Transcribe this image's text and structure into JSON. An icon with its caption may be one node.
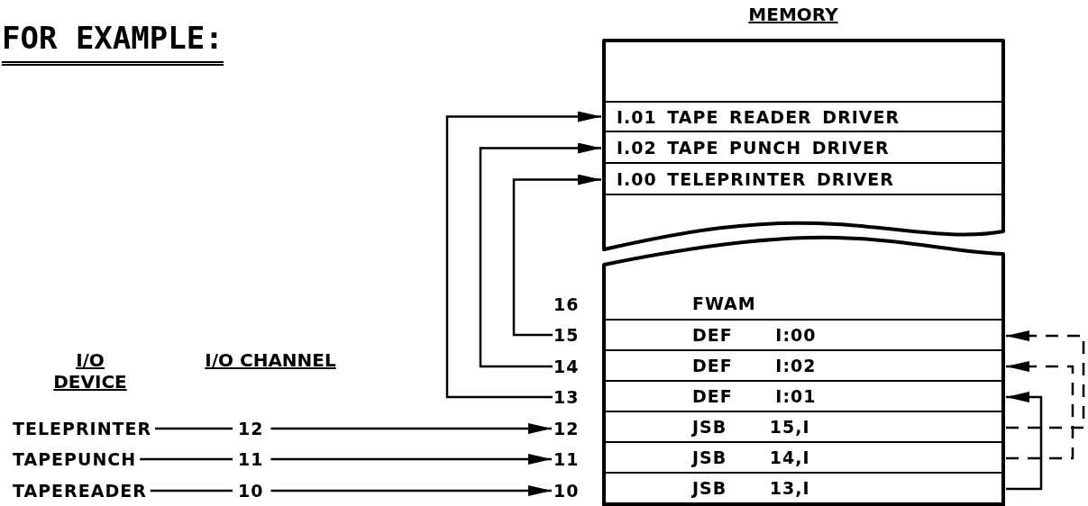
{
  "diagram": {
    "title": "FOR EXAMPLE:",
    "nodes": [
      {
        "text": [],
        "shape": "box"
      },
      {
        "text": [
          "I.01 TAPE READER DRIVER"
        ],
        "in": 0
      },
      {
        "text": [
          "I.02 TAPE PUNCH DRIVER"
        ],
        "in": 0
      },
      {
        "text": [
          "I.00 TELEPRINTER DRIVER"
        ],
        "in": 0
      },
      {
        "text": [],
        "shape": "box"
      },
      {
        "text": [
          "FWAM"
        ],
        "in": 4
      },
      {
        "text": [
          "DEF I:00"
        ],
        "in": 4
      },
      {
        "text": [
          "DEF I:02"
        ],
        "in": 4
      },
      {
        "text": [
          "DEF I:01"
        ],
        "in": 4
      },
      {
        "text": [
          "JSB 15,I"
        ],
        "in": 4
      },
      {
        "text": [
          "JSB 14,I"
        ],
        "in": 4
      },
      {
        "text": [
          "JSB 13,I"
        ],
        "in": 4
      },
      {
        "text": [
          "16"
        ]
      },
      {
        "text": [
          "15"
        ]
      },
      {
        "text": [
          "14"
        ]
      },
      {
        "text": [
          "13"
        ]
      },
      {
        "text": [
          "12"
        ]
      },
      {
        "text": [
          "11"
        ]
      },
      {
        "text": [
          "10"
        ]
      },
      {
        "text": [
          "TELEPRINTER"
        ]
      },
      {
        "text": [
          "12"
        ]
      },
      {
        "text": [
          "TAPEPUNCH"
        ]
      },
      {
        "text": [
          "11"
        ]
      },
      {
        "text": [
          "TAPEREADER"
        ]
      },
      {
        "text": [
          "10"
        ]
      }
    ],
    "edges": [
      {
        "from": 13,
        "to": 3,
        "arrow": "to"
      },
      {
        "from": 14,
        "to": 2,
        "arrow": "to"
      },
      {
        "from": 15,
        "to": 1,
        "arrow": "to"
      },
      {
        "from": 19,
        "to": 20,
        "arrow": "none"
      },
      {
        "from": 20,
        "to": 16,
        "arrow": "to"
      },
      {
        "from": 21,
        "to": 22,
        "arrow": "none"
      },
      {
        "from": 22,
        "to": 17,
        "arrow": "to"
      },
      {
        "from": 23,
        "to": 24,
        "arrow": "none"
      },
      {
        "from": 24,
        "to": 18,
        "arrow": "to"
      },
      {
        "from": 9,
        "to": 6,
        "arrow": "to",
        "style": "dashed"
      },
      {
        "from": 10,
        "to": 7,
        "arrow": "to",
        "style": "dashed"
      },
      {
        "from": 11,
        "to": 8,
        "arrow": "to"
      }
    ],
    "labels": [
      "MEMORY",
      "I/O DEVICE",
      "I/O CHANNEL"
    ]
  }
}
